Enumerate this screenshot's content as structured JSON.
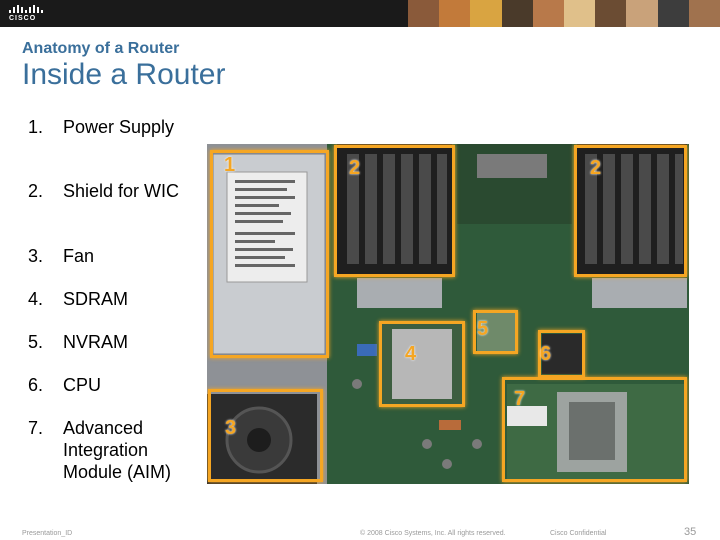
{
  "header": {
    "logo_text": "CISCO",
    "photo_colors": [
      "#8a5a3a",
      "#c27a3a",
      "#d9a441",
      "#4a3a2a",
      "#b8794a",
      "#e0c08a",
      "#6b4c33",
      "#c9a27a",
      "#3d3d3d",
      "#a0724e"
    ]
  },
  "slide": {
    "subtitle": "Anatomy of a Router",
    "title": "Inside a Router",
    "items": [
      {
        "num": "1.",
        "label": "Power Supply"
      },
      {
        "num": "2.",
        "label": "Shield for WIC"
      },
      {
        "num": "3.",
        "label": "Fan"
      },
      {
        "num": "4.",
        "label": "SDRAM"
      },
      {
        "num": "5.",
        "label": "NVRAM"
      },
      {
        "num": "6.",
        "label": "CPU"
      },
      {
        "num": "7.",
        "label": "Advanced Integration Module (AIM)"
      }
    ]
  },
  "photo": {
    "callouts": [
      "1",
      "2",
      "2",
      "3",
      "4",
      "5",
      "6",
      "7"
    ],
    "highlight_color": "#f5a623"
  },
  "footer": {
    "presentation_id": "Presentation_ID",
    "copyright": "© 2008 Cisco Systems, Inc. All rights reserved.",
    "confidential": "Cisco Confidential",
    "page_number": "35"
  }
}
